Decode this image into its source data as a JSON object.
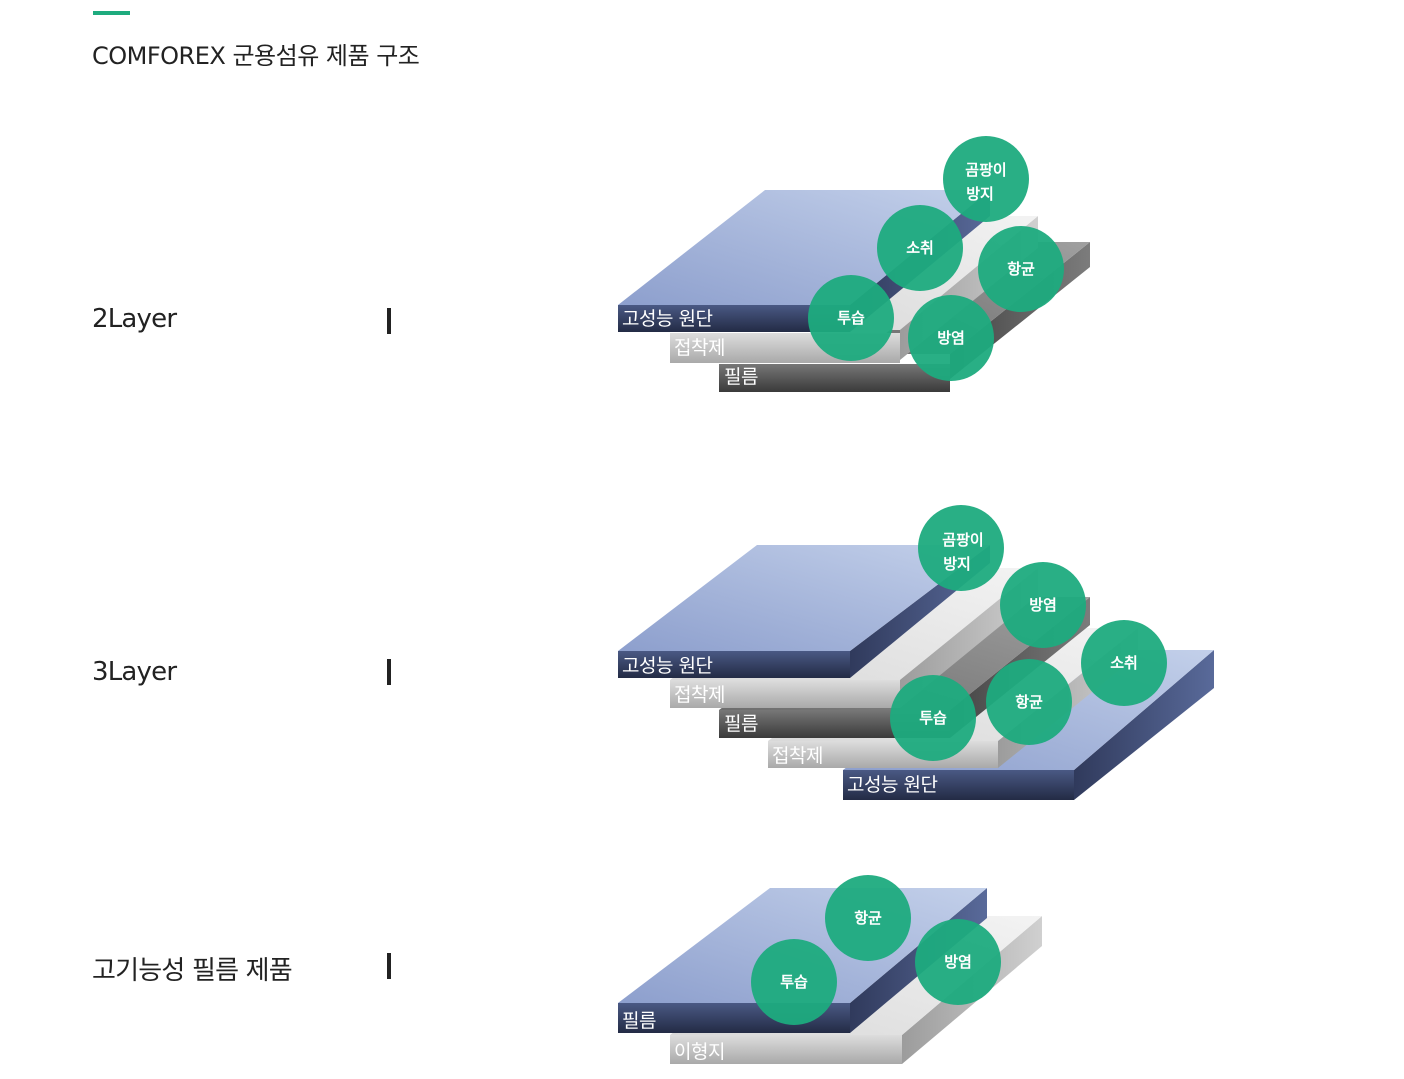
{
  "header": {
    "title": "COMFOREX  군용섬유 제품 구조",
    "accent_color": "#1eab7e"
  },
  "rows": [
    {
      "label": "2Layer",
      "layers": [
        "고성능 원단",
        "접착제",
        "필름"
      ],
      "functions": [
        "곰팡이\n방지",
        "소취",
        "항균",
        "투습",
        "방염"
      ]
    },
    {
      "label": "3Layer",
      "layers": [
        "고성능 원단",
        "접착제",
        "필름",
        "접착제",
        "고성능 원단"
      ],
      "functions": [
        "곰팡이\n방지",
        "방염",
        "소취",
        "투습",
        "항균"
      ]
    },
    {
      "label": "고기능성 필름 제품",
      "layers": [
        "필름",
        "이형지"
      ],
      "functions": [
        "항균",
        "투습",
        "방염"
      ]
    }
  ],
  "colors": {
    "function_circle": "#1eab7e",
    "fabric_face": "#a8b8da",
    "fabric_front": "#323e62",
    "adhesive": "#c6c6c6",
    "film": "#4a4a4a",
    "release_paper": "#d6d6d6"
  },
  "icons": {
    "divider": "vertical-bar"
  }
}
